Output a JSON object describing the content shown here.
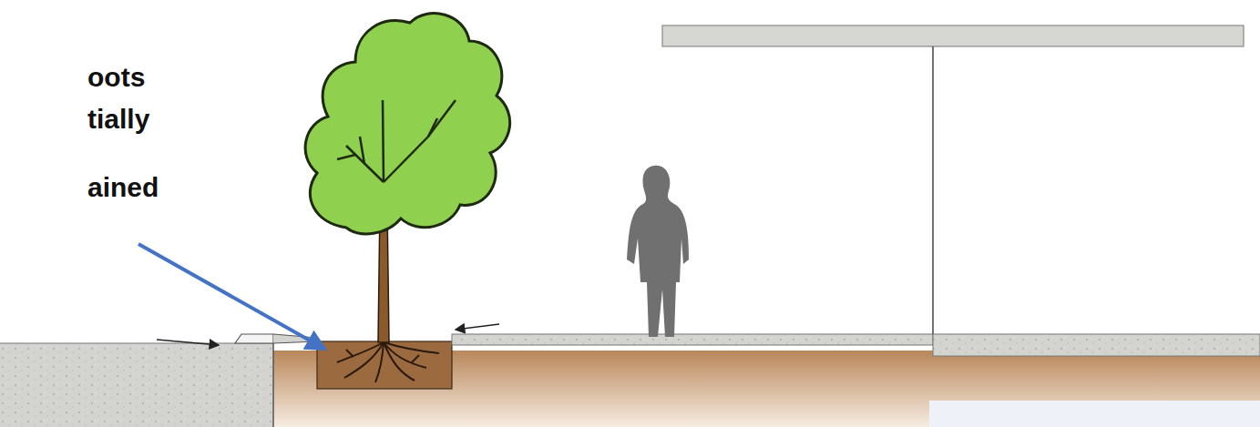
{
  "diagram": {
    "labels": [
      "oots",
      "tially",
      "ained"
    ]
  }
}
